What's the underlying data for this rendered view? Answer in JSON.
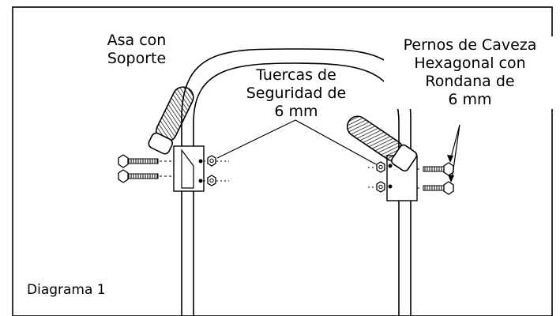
{
  "labels": {
    "handle": {
      "line1": "Asa con",
      "line2": "Soporte"
    },
    "nuts": {
      "line1": "Tuercas de",
      "line2": "Seguridad de",
      "line3": "6 mm"
    },
    "bolts": {
      "line1": "Pernos de Caveza",
      "line2": "Hexagonal con",
      "line3": "Rondana de",
      "line4": "6 mm"
    }
  },
  "caption": "Diagrama 1"
}
